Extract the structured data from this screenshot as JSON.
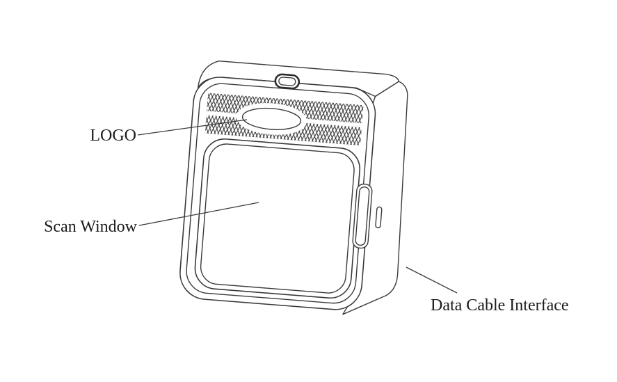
{
  "diagram": {
    "callouts": [
      {
        "id": "logo",
        "label": "LOGO"
      },
      {
        "id": "scan-window",
        "label": "Scan Window"
      },
      {
        "id": "data-cable-interface",
        "label": "Data Cable Interface"
      }
    ],
    "colors": {
      "line": "#3a3a3a",
      "text": "#1b1b1b",
      "background": "#ffffff"
    }
  }
}
